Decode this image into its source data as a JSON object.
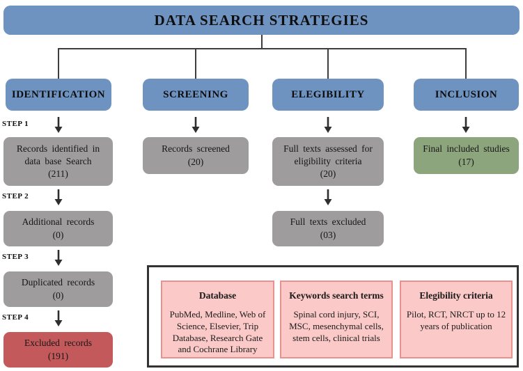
{
  "title": "DATA SEARCH STRATEGIES",
  "phases": {
    "identification": "IDENTIFICATION",
    "screening": "SCREENING",
    "elegibility": "ELEGIBILITY",
    "inclusion": "INCLUSION"
  },
  "steps": {
    "step1": {
      "label": "STEP 1",
      "text": "Records identified in data base Search",
      "count": "(211)"
    },
    "step2": {
      "label": "STEP 2",
      "text": "Additional records",
      "count": "(0)"
    },
    "step3": {
      "label": "STEP 3",
      "text": "Duplicated records",
      "count": "(0)"
    },
    "step4": {
      "label": "STEP 4",
      "text": "Excluded records",
      "count": "(191)"
    }
  },
  "screening_box": {
    "text": "Records screened",
    "count": "(20)"
  },
  "elegibility_boxes": {
    "assessed": {
      "text": "Full texts assessed for eligibility criteria",
      "count": "(20)"
    },
    "excluded": {
      "text": "Full texts excluded",
      "count": "(03)"
    }
  },
  "inclusion_box": {
    "text": "Final included studies",
    "count": "(17)"
  },
  "criteria_panel": {
    "database": {
      "title": "Database",
      "text": "PubMed, Medline, Web of Science, Elsevier, Trip Database, Research Gate and Cochrane Library"
    },
    "keywords": {
      "title": "Keywords search terms",
      "text": "Spinal cord injury, SCI, MSC, mesenchymal cells, stem cells, clinical trials"
    },
    "criteria": {
      "title": "Elegibility criteria",
      "text": "Pilot, RCT, NRCT up to 12 years of publication"
    }
  },
  "colors": {
    "header_blue": "#6e93c1",
    "box_gray": "#9e9c9c",
    "box_red": "#c4595c",
    "box_green": "#8ca57d",
    "pink_fill": "#fbc9c7",
    "pink_border": "#e8918f",
    "line": "#3d3d3d"
  }
}
